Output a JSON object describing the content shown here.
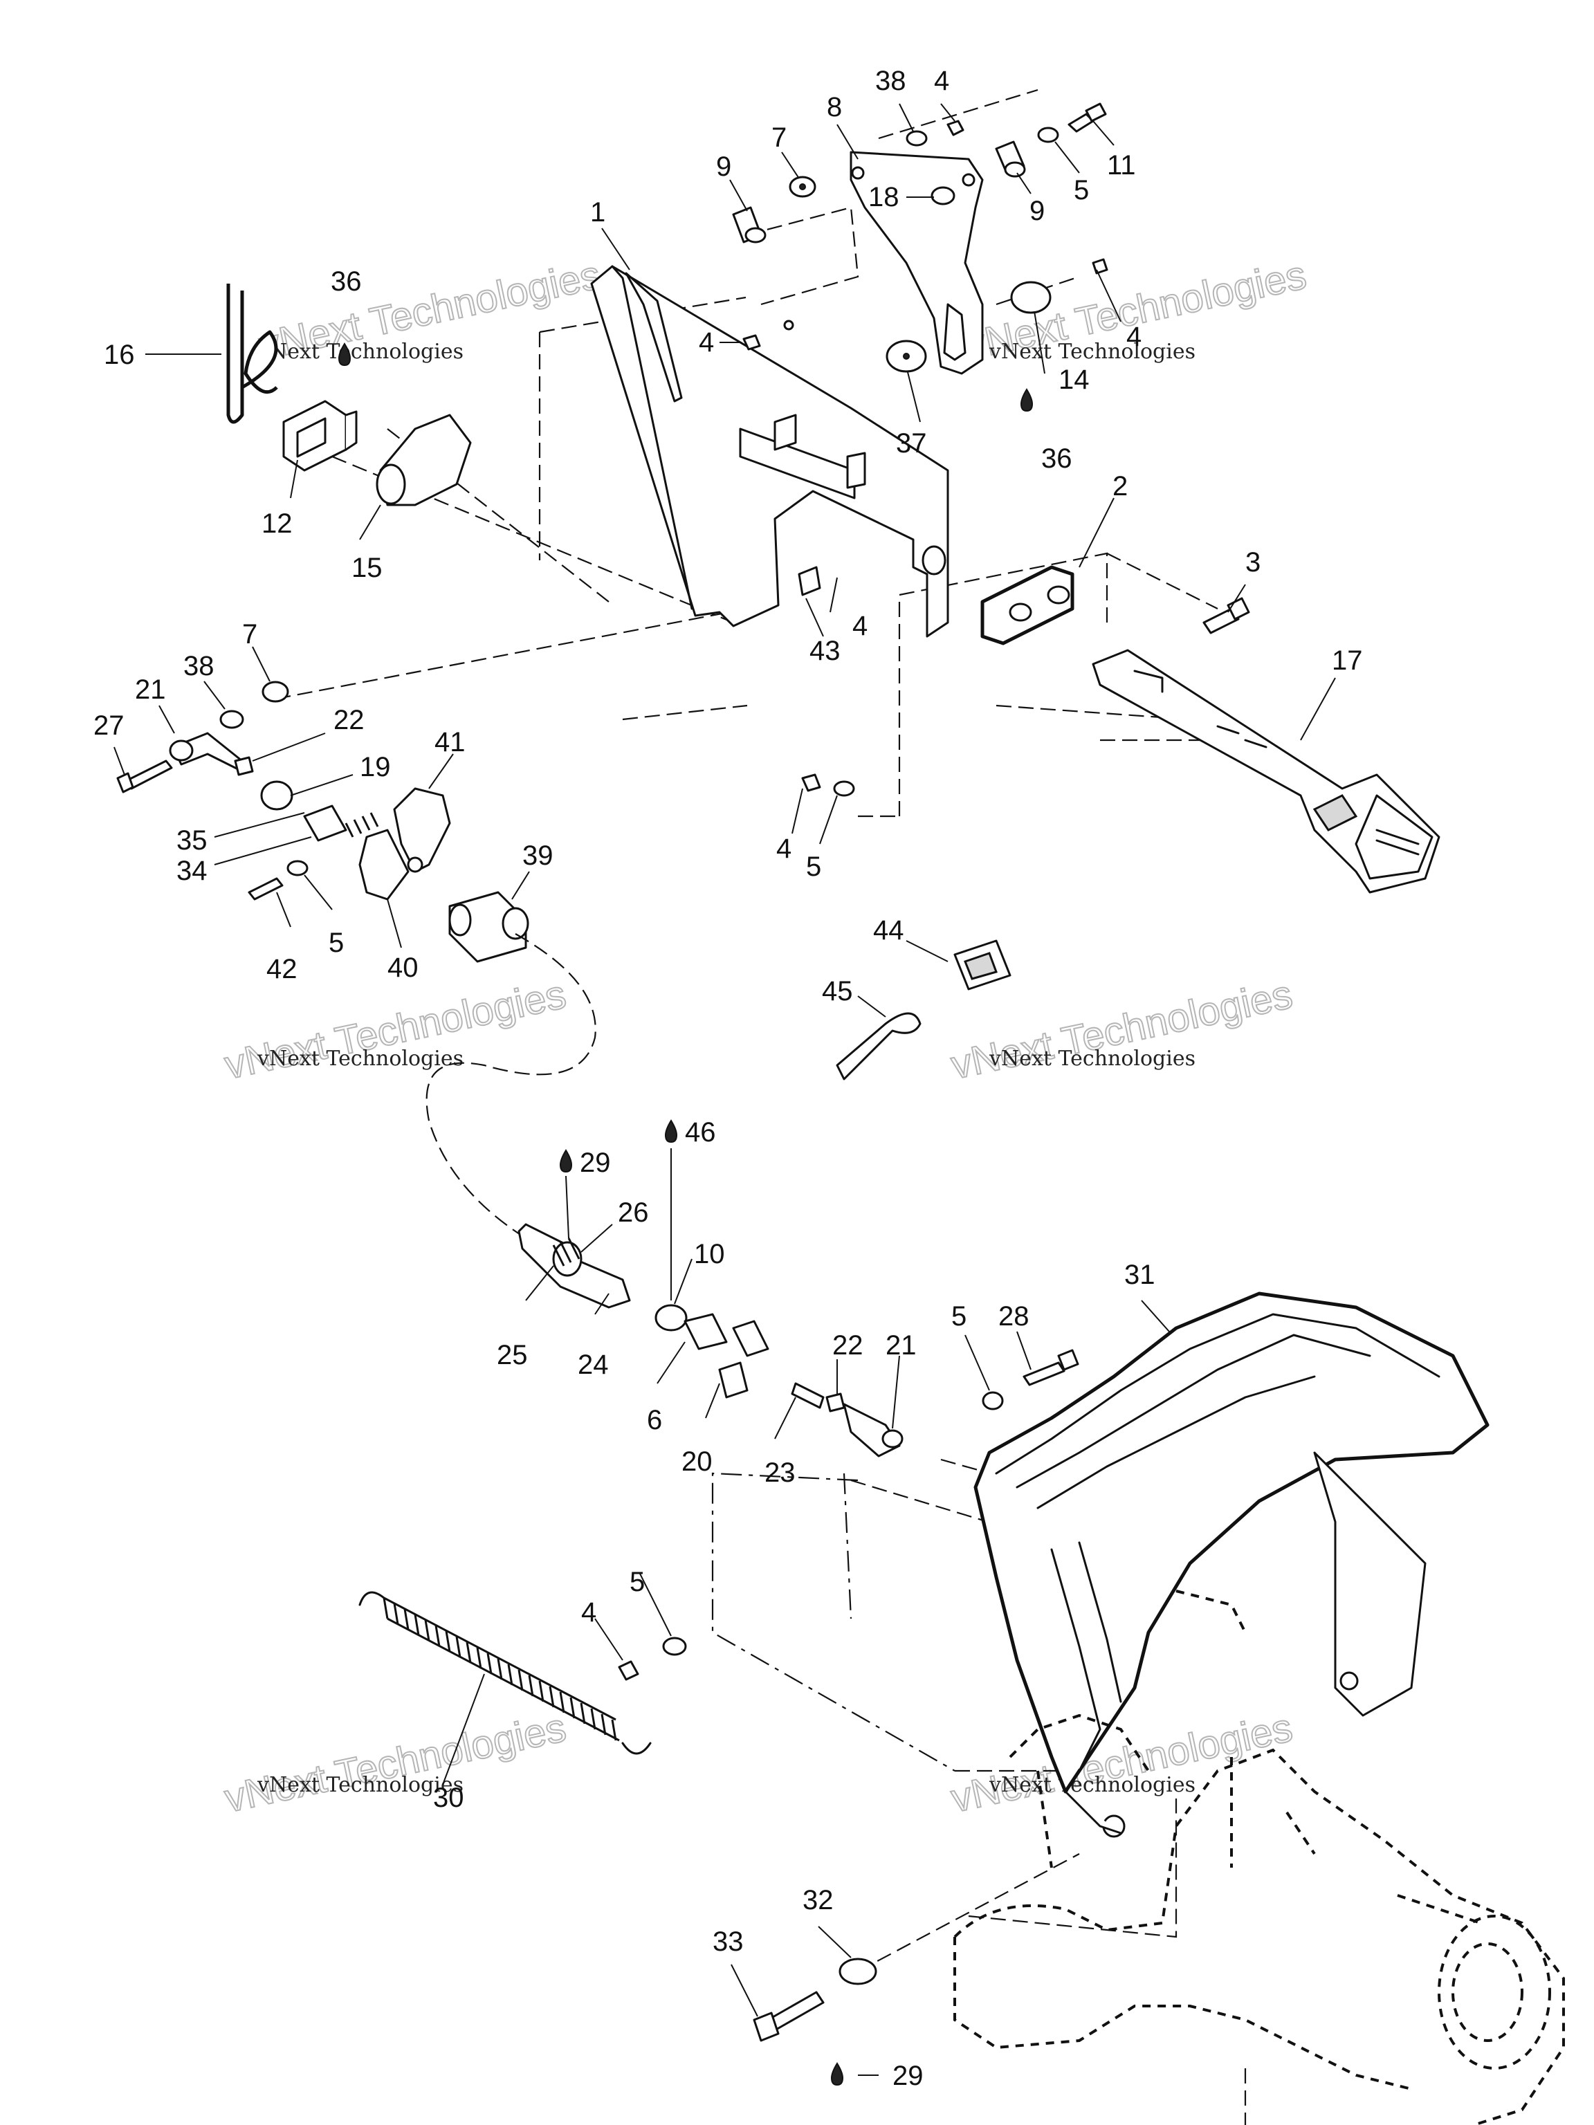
{
  "diagram": {
    "callouts": [
      {
        "id": "c38a",
        "text": "38"
      },
      {
        "id": "c4a",
        "text": "4"
      },
      {
        "id": "c8",
        "text": "8"
      },
      {
        "id": "c7a",
        "text": "7"
      },
      {
        "id": "c9a",
        "text": "9"
      },
      {
        "id": "c11",
        "text": "11"
      },
      {
        "id": "c5a",
        "text": "5"
      },
      {
        "id": "c9b",
        "text": "9"
      },
      {
        "id": "c18",
        "text": "18"
      },
      {
        "id": "c1",
        "text": "1"
      },
      {
        "id": "c36a",
        "text": "36"
      },
      {
        "id": "c16",
        "text": "16"
      },
      {
        "id": "c4b",
        "text": "4"
      },
      {
        "id": "c4c",
        "text": "4"
      },
      {
        "id": "c14",
        "text": "14"
      },
      {
        "id": "c36b",
        "text": "36"
      },
      {
        "id": "c37",
        "text": "37"
      },
      {
        "id": "c12",
        "text": "12"
      },
      {
        "id": "c15",
        "text": "15"
      },
      {
        "id": "c2",
        "text": "2"
      },
      {
        "id": "c3",
        "text": "3"
      },
      {
        "id": "c4d",
        "text": "4"
      },
      {
        "id": "c43",
        "text": "43"
      },
      {
        "id": "c17",
        "text": "17"
      },
      {
        "id": "c7b",
        "text": "7"
      },
      {
        "id": "c38b",
        "text": "38"
      },
      {
        "id": "c21a",
        "text": "21"
      },
      {
        "id": "c27",
        "text": "27"
      },
      {
        "id": "c22a",
        "text": "22"
      },
      {
        "id": "c41",
        "text": "41"
      },
      {
        "id": "c19",
        "text": "19"
      },
      {
        "id": "c35",
        "text": "35"
      },
      {
        "id": "c34",
        "text": "34"
      },
      {
        "id": "c39",
        "text": "39"
      },
      {
        "id": "c4e",
        "text": "4"
      },
      {
        "id": "c5b",
        "text": "5"
      },
      {
        "id": "c42",
        "text": "42"
      },
      {
        "id": "c5c",
        "text": "5"
      },
      {
        "id": "c40",
        "text": "40"
      },
      {
        "id": "c44",
        "text": "44"
      },
      {
        "id": "c45",
        "text": "45"
      },
      {
        "id": "c29a",
        "text": "29"
      },
      {
        "id": "c46",
        "text": "46"
      },
      {
        "id": "c26",
        "text": "26"
      },
      {
        "id": "c10",
        "text": "10"
      },
      {
        "id": "c31",
        "text": "31"
      },
      {
        "id": "c28",
        "text": "28"
      },
      {
        "id": "c25",
        "text": "25"
      },
      {
        "id": "c24",
        "text": "24"
      },
      {
        "id": "c6",
        "text": "6"
      },
      {
        "id": "c22b",
        "text": "22"
      },
      {
        "id": "c21b",
        "text": "21"
      },
      {
        "id": "c5d",
        "text": "5"
      },
      {
        "id": "c20",
        "text": "20"
      },
      {
        "id": "c23",
        "text": "23"
      },
      {
        "id": "c5e",
        "text": "5"
      },
      {
        "id": "c4f",
        "text": "4"
      },
      {
        "id": "c30",
        "text": "30"
      },
      {
        "id": "c32",
        "text": "32"
      },
      {
        "id": "c33",
        "text": "33"
      },
      {
        "id": "c29b",
        "text": "29"
      }
    ],
    "watermarks": [
      {
        "id": "wm1",
        "small": "vNext Technologies",
        "big": "vNext Technologies"
      },
      {
        "id": "wm2",
        "small": "vNext Technologies",
        "big": "vNext Technologies"
      },
      {
        "id": "wm3",
        "small": "vNext Technologies",
        "big": "vNext Technologies"
      },
      {
        "id": "wm4",
        "small": "vNext Technologies",
        "big": "vNext Technologies"
      },
      {
        "id": "wm5",
        "small": "vNext Technologies",
        "big": "vNext Technologies"
      },
      {
        "id": "wm6",
        "small": "vNext Technologies",
        "big": "vNext Technologies"
      }
    ],
    "icons": [
      "oil-drop-icon"
    ]
  }
}
